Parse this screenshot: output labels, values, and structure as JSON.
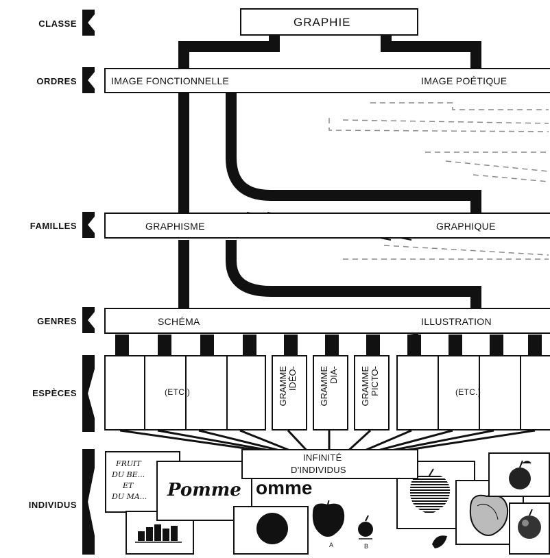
{
  "levels": {
    "classe": "CLASSE",
    "ordres": "ORDRES",
    "familles": "FAMILLES",
    "genres": "GENRES",
    "especes": "ESPÈCES",
    "individus": "INDIVIDUS"
  },
  "classe_box": {
    "label": "GRAPHIE"
  },
  "ordres_box": {
    "left": "IMAGE FONCTIONNELLE",
    "right": "IMAGE POÉTIQUE"
  },
  "familles_box": {
    "left": "GRAPHISME",
    "right": "GRAPHIQUE"
  },
  "genres_box": {
    "left": "SCHÉMA",
    "right": "ILLUSTRATION"
  },
  "especes": {
    "etc_left": "(ETC.)",
    "ideogramme_1": "IDÉO-",
    "ideogramme_2": "GRAMME",
    "diagramme_1": "DIA-",
    "diagramme_2": "GRAMME",
    "pictogramme_1": "PICTO-",
    "pictogramme_2": "GRAMME",
    "etc_right": "(ETC.)"
  },
  "individus_box": {
    "line1": "INFINITÉ",
    "line2": "D'INDIVIDUS"
  },
  "cards": {
    "note_1": "FRUIT",
    "note_2": "DU BE...",
    "note_3": "ET",
    "note_4": "DU MA...",
    "pomme_script": "Pomme",
    "pomme_bold": "omme",
    "label_a": "A",
    "label_b": "B"
  }
}
